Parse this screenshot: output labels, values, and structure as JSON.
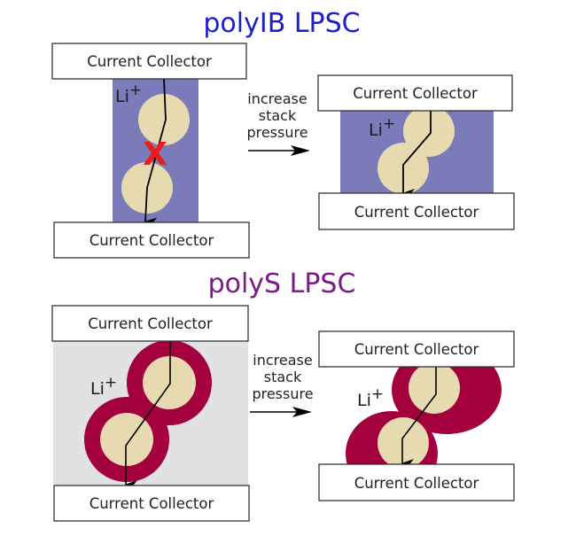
{
  "figure": {
    "panels": [
      {
        "title": "polyIB LPSC",
        "title_color": "#1f1fc8",
        "electrolyte_color": "#7b7bba",
        "particle_color": "#e8dab0",
        "coating_color": null,
        "before": {
          "top_collector": "Current Collector",
          "bottom_collector": "Current Collector",
          "ion_label": "Li",
          "ion_charge": "+",
          "blocked_marker": "X",
          "blocked_marker_color": "#ee1c1c"
        },
        "transition": {
          "line1": "increase",
          "line2": "stack",
          "line3": "pressure"
        },
        "after": {
          "top_collector": "Current Collector",
          "bottom_collector": "Current Collector",
          "ion_label": "Li",
          "ion_charge": "+"
        }
      },
      {
        "title": "polyS LPSC",
        "title_color": "#7a1a86",
        "electrolyte_color": "#e2e2e2",
        "particle_color": "#e8dab0",
        "coating_color": "#a3003d",
        "before": {
          "top_collector": "Current Collector",
          "bottom_collector": "Current Collector",
          "ion_label": "Li",
          "ion_charge": "+"
        },
        "transition": {
          "line1": "increase",
          "line2": "stack",
          "line3": "pressure"
        },
        "after": {
          "top_collector": "Current Collector",
          "bottom_collector": "Current Collector",
          "ion_label": "Li",
          "ion_charge": "+"
        }
      }
    ]
  }
}
